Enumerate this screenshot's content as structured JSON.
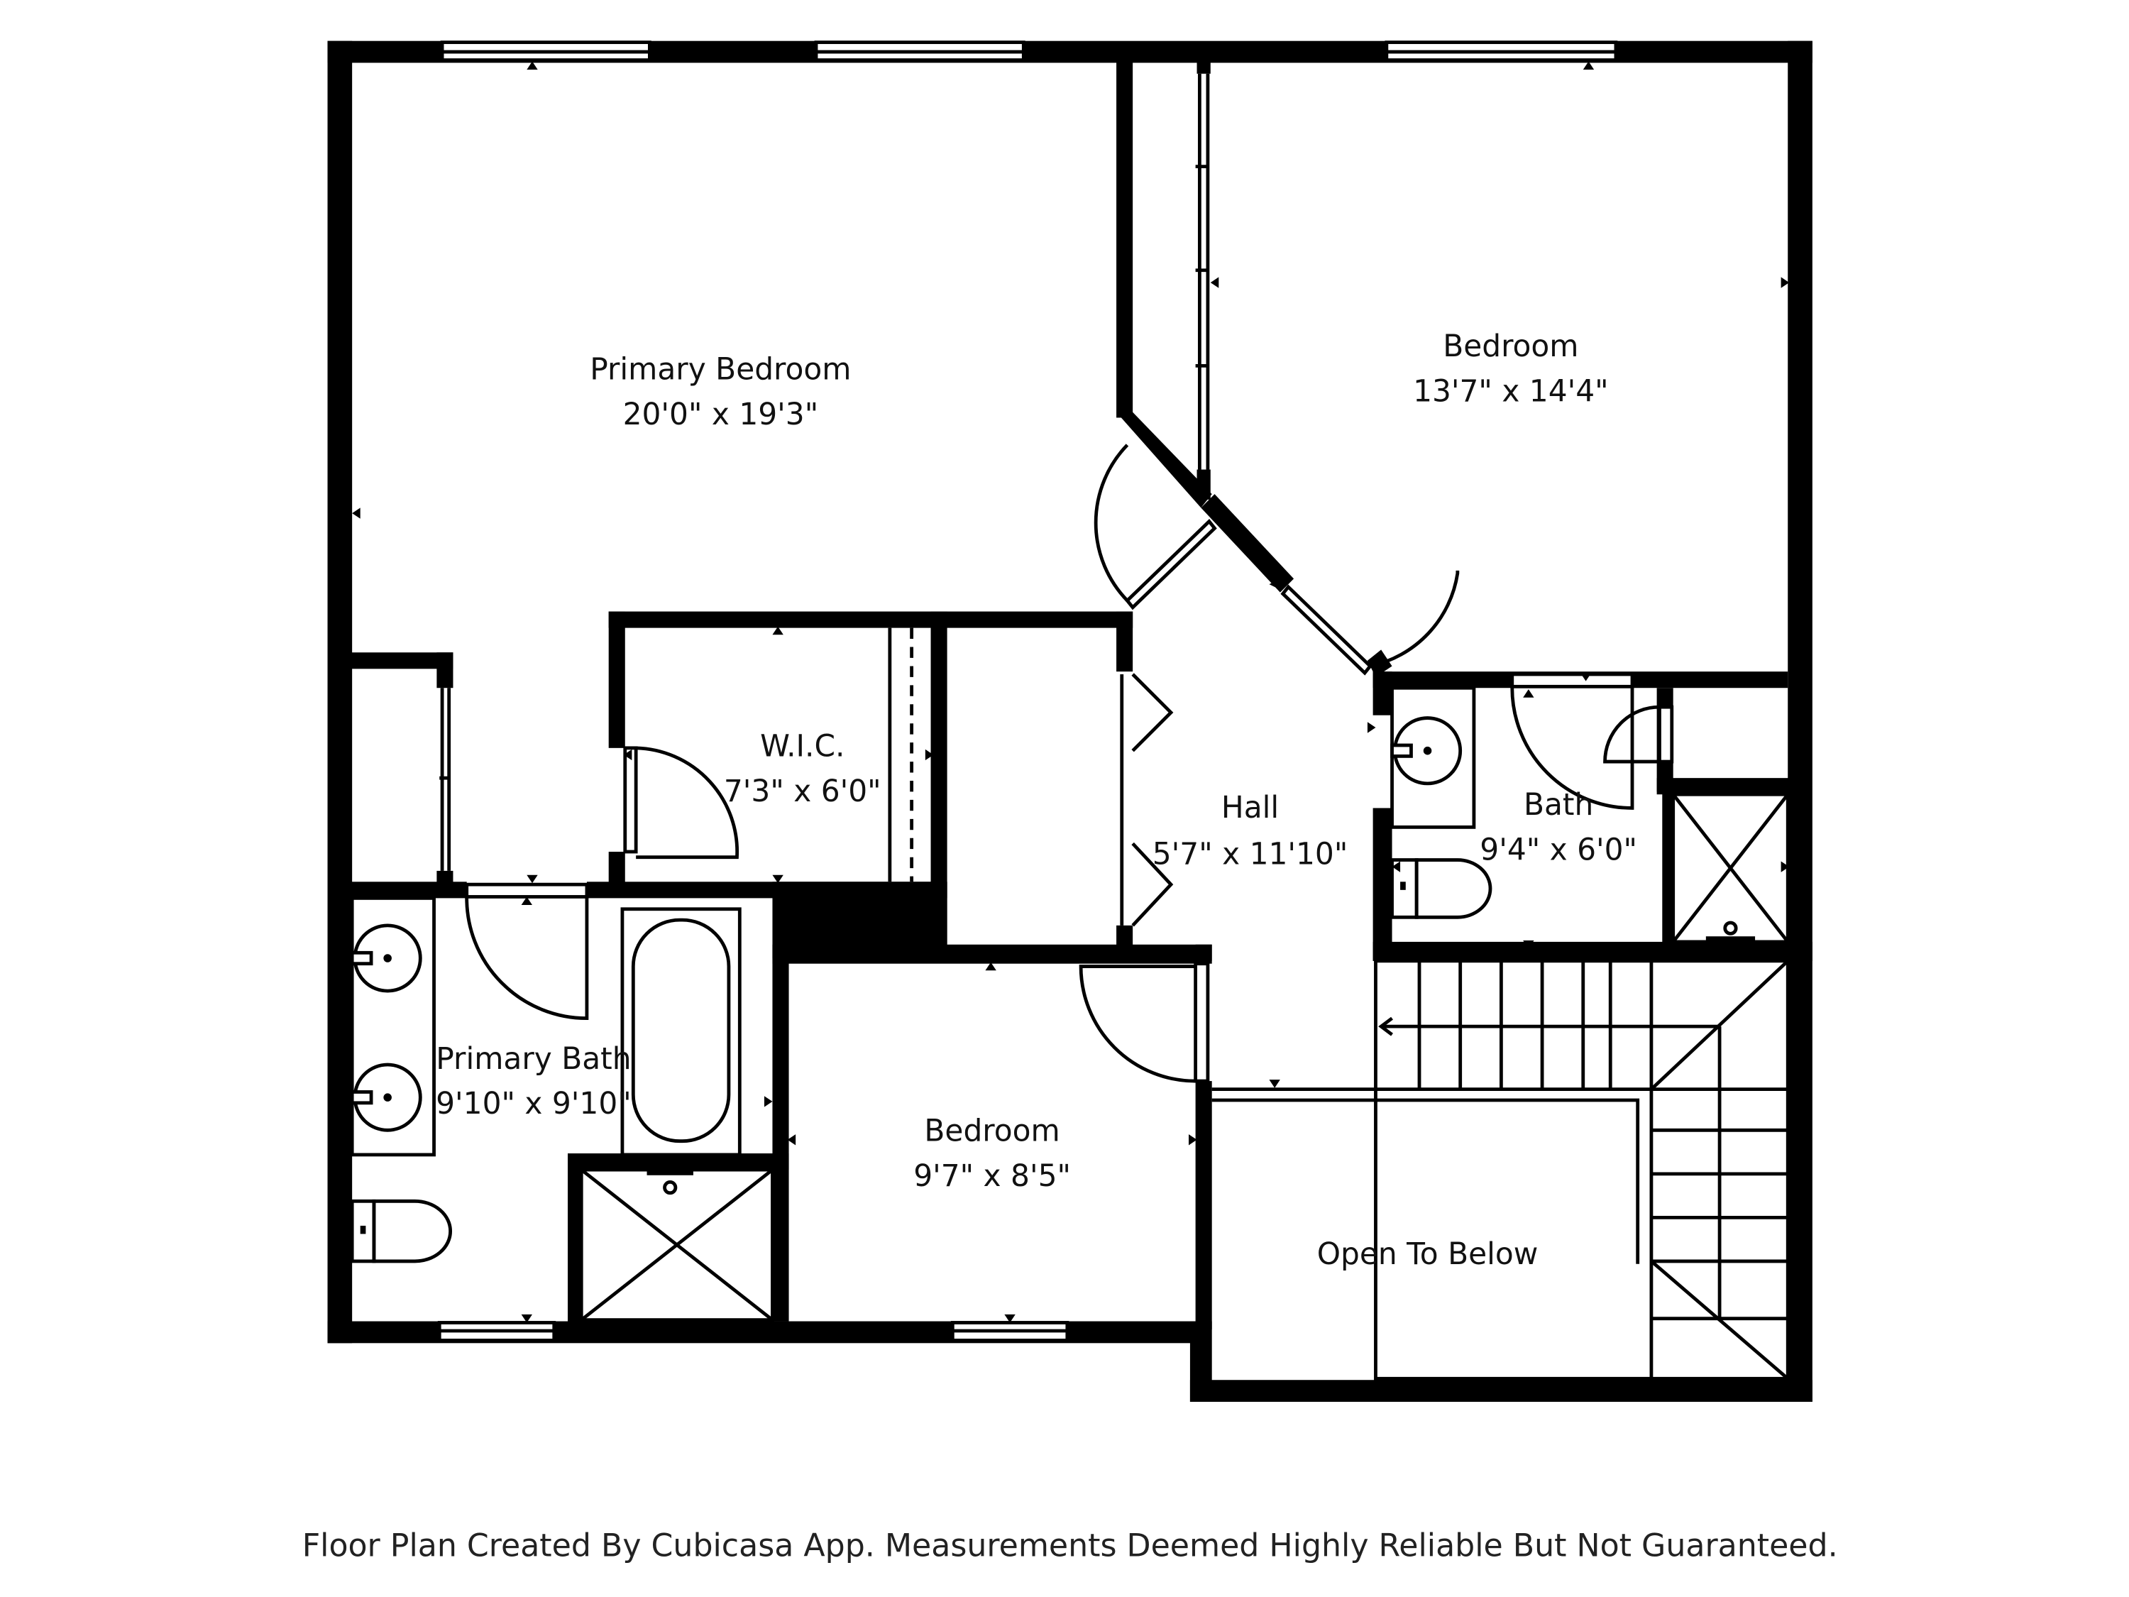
{
  "rooms": {
    "primary_bedroom": {
      "name": "Primary Bedroom",
      "dims": "20'0\" x 19'3\""
    },
    "bedroom_ne": {
      "name": "Bedroom",
      "dims": "13'7\" x 14'4\""
    },
    "wic": {
      "name": "W.I.C.",
      "dims": "7'3\" x 6'0\""
    },
    "hall": {
      "name": "Hall",
      "dims": "5'7\" x 11'10\""
    },
    "bath": {
      "name": "Bath",
      "dims": "9'4\" x 6'0\""
    },
    "primary_bath": {
      "name": "Primary Bath",
      "dims": "9'10\" x 9'10\""
    },
    "bedroom_s": {
      "name": "Bedroom",
      "dims": "9'7\" x 8'5\""
    },
    "open_to_below": {
      "name": "Open To Below"
    }
  },
  "footer": {
    "note": "Floor Plan Created By Cubicasa App. Measurements Deemed Highly Reliable But Not Guaranteed."
  },
  "colors": {
    "wall": "#000000",
    "background": "#ffffff"
  }
}
